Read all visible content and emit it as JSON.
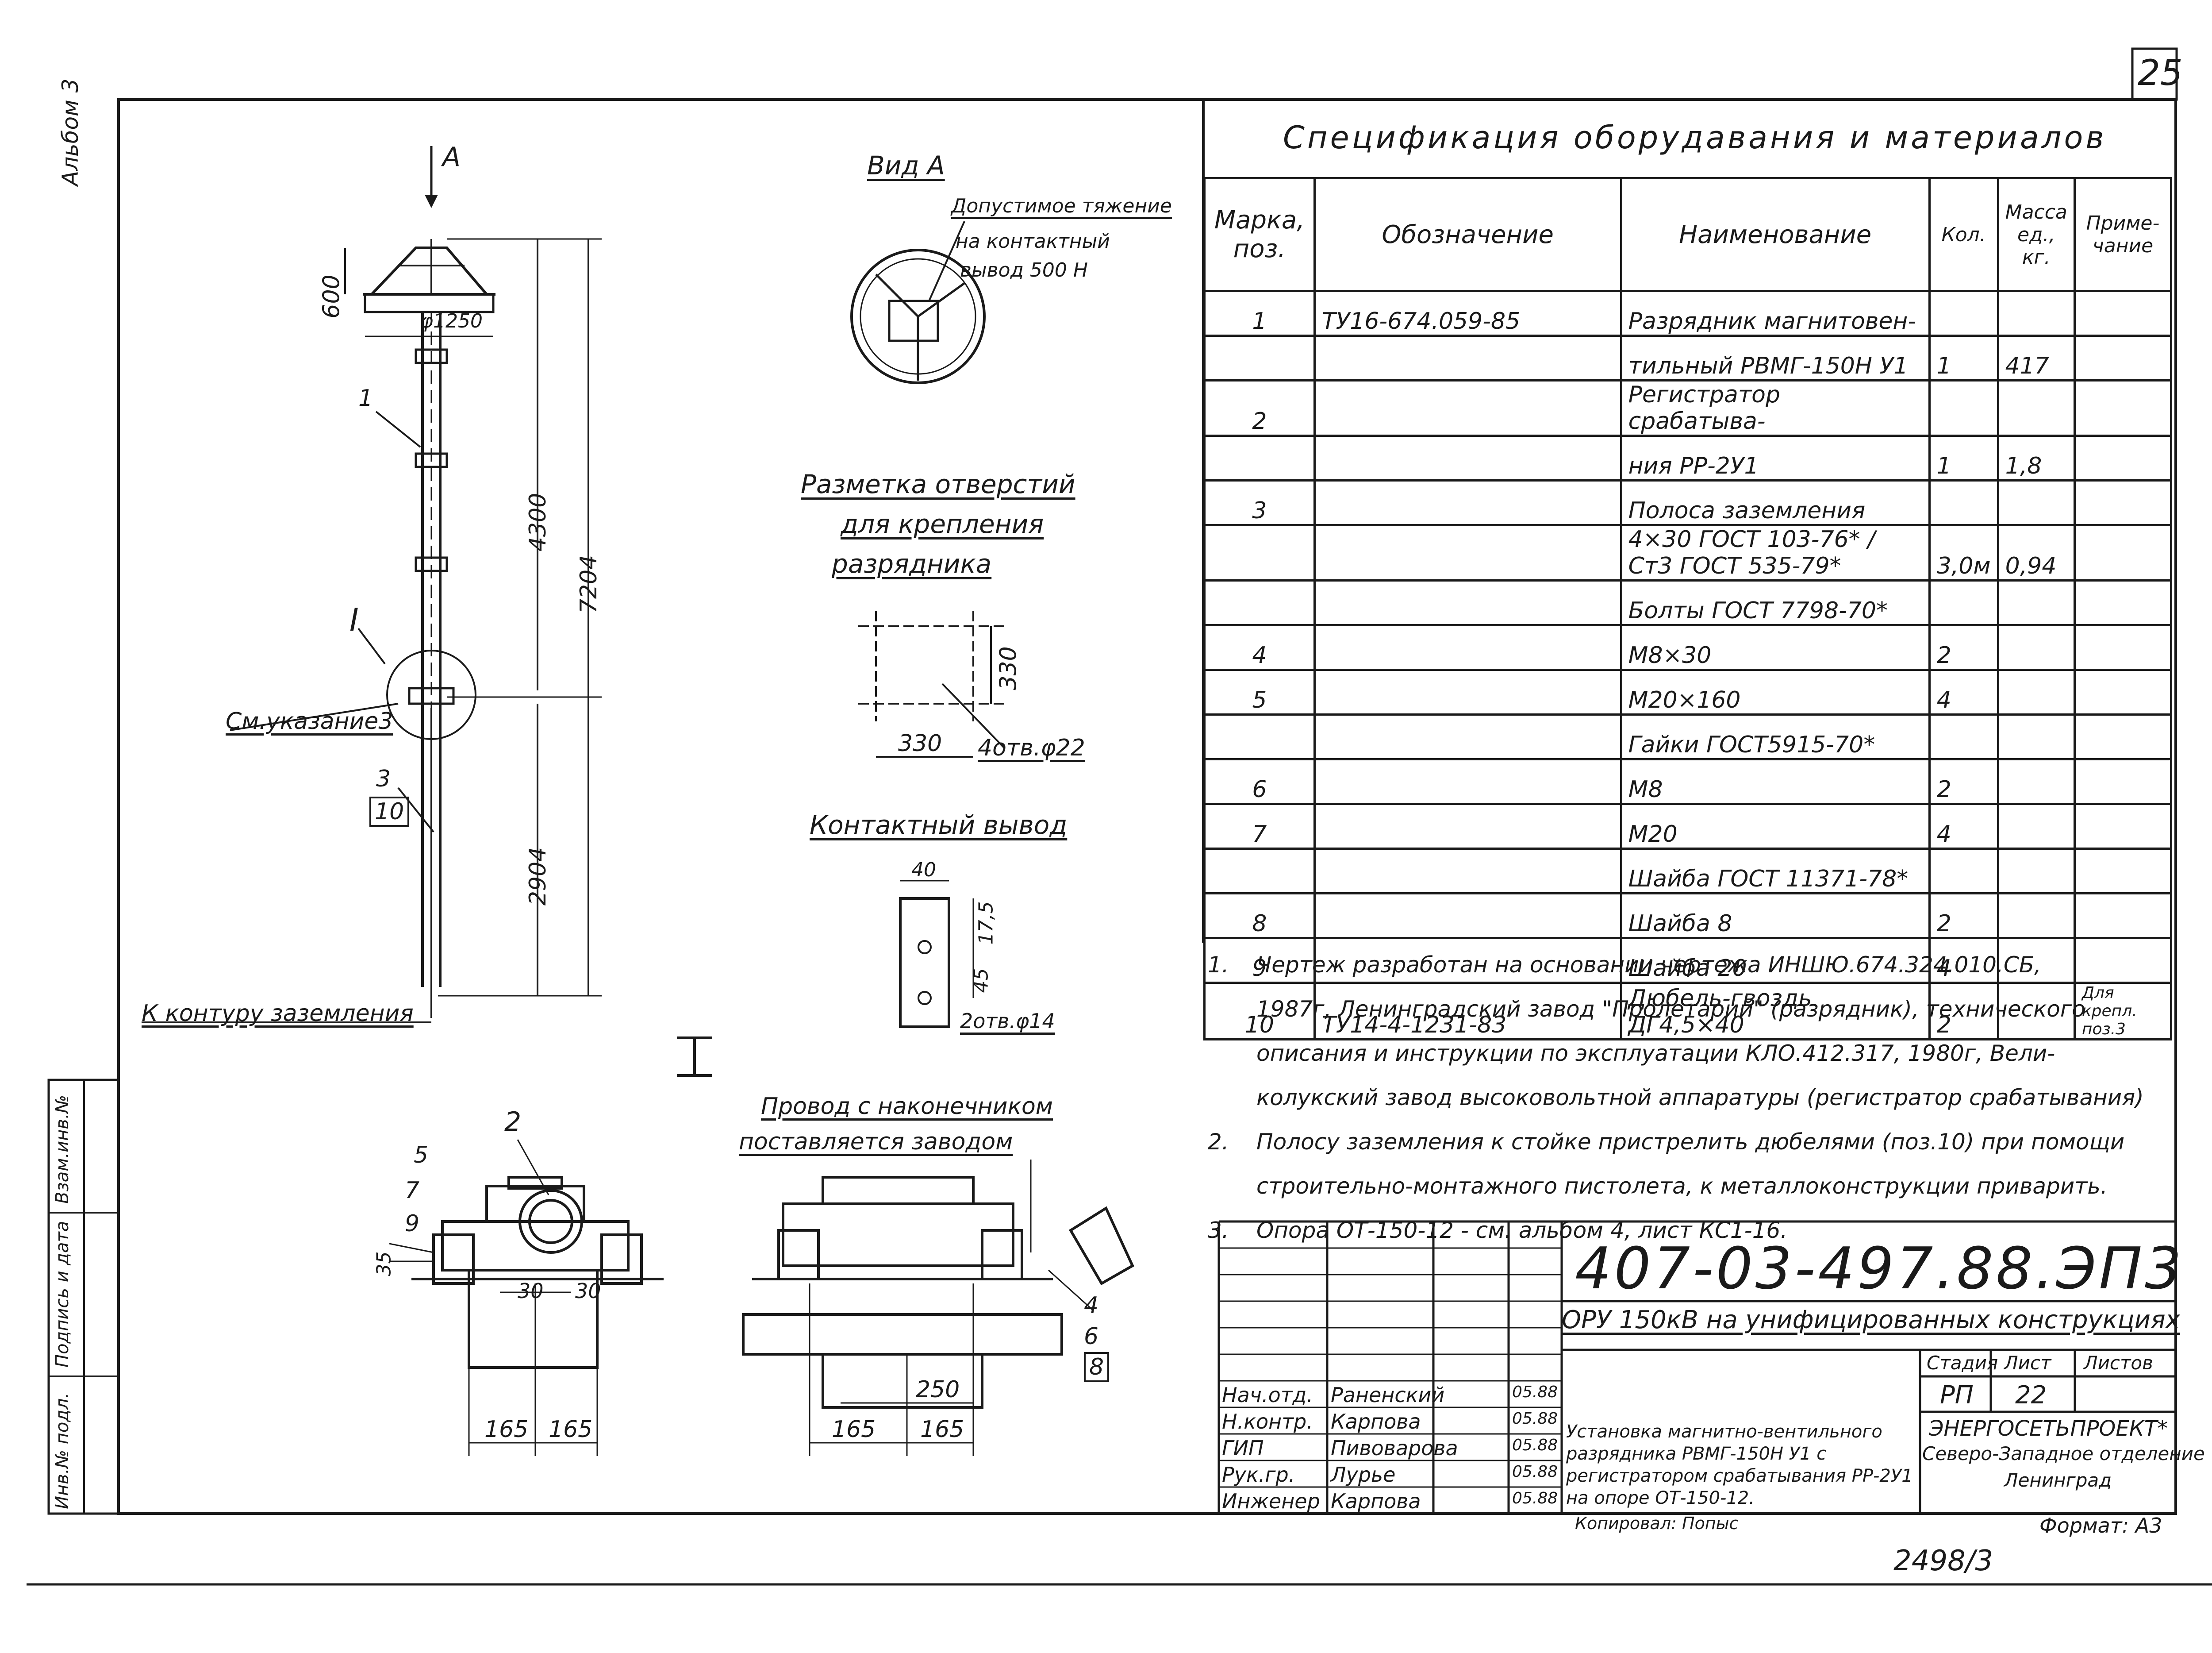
{
  "page_number": "25",
  "side_album_label": "Альбом 3",
  "spec": {
    "title": "Спецификация   оборудавания  и  материалов",
    "headers": [
      "Марка, поз.",
      "Обозначение",
      "Наименование",
      "Кол.",
      "Масса ед., кг.",
      "Приме- чание"
    ],
    "rows": [
      {
        "pos": "1",
        "code": "ТУ16-674.059-85",
        "name": "Разрядник магнитовен-",
        "qty": "",
        "mass": "",
        "note": ""
      },
      {
        "pos": "",
        "code": "",
        "name": "тильный РВМГ-150Н У1",
        "qty": "1",
        "mass": "417",
        "note": ""
      },
      {
        "pos": "2",
        "code": "",
        "name": "Регистратор срабатыва-",
        "qty": "",
        "mass": "",
        "note": ""
      },
      {
        "pos": "",
        "code": "",
        "name": "ния РР-2У1",
        "qty": "1",
        "mass": "1,8",
        "note": ""
      },
      {
        "pos": "3",
        "code": "",
        "name": "Полоса заземления",
        "qty": "",
        "mass": "",
        "note": ""
      },
      {
        "pos": "",
        "code": "",
        "name": "4×30  ГОСТ 103-76* / Ст3  ГОСТ 535-79*",
        "qty": "3,0м",
        "mass": "0,94",
        "note": ""
      },
      {
        "pos": "",
        "code": "",
        "name": "Болты  ГОСТ 7798-70*",
        "qty": "",
        "mass": "",
        "note": ""
      },
      {
        "pos": "4",
        "code": "",
        "name": "М8×30",
        "qty": "2",
        "mass": "",
        "note": ""
      },
      {
        "pos": "5",
        "code": "",
        "name": "М20×160",
        "qty": "4",
        "mass": "",
        "note": ""
      },
      {
        "pos": "",
        "code": "",
        "name": "Гайки  ГОСТ5915-70*",
        "qty": "",
        "mass": "",
        "note": ""
      },
      {
        "pos": "6",
        "code": "",
        "name": "М8",
        "qty": "2",
        "mass": "",
        "note": ""
      },
      {
        "pos": "7",
        "code": "",
        "name": "М20",
        "qty": "4",
        "mass": "",
        "note": ""
      },
      {
        "pos": "",
        "code": "",
        "name": "Шайба  ГОСТ 11371-78*",
        "qty": "",
        "mass": "",
        "note": ""
      },
      {
        "pos": "8",
        "code": "",
        "name": "Шайба 8",
        "qty": "2",
        "mass": "",
        "note": ""
      },
      {
        "pos": "9",
        "code": "",
        "name": "Шайба 20",
        "qty": "4",
        "mass": "",
        "note": ""
      },
      {
        "pos": "10",
        "code": "ТУ14-4-1231-83",
        "name": "Дюбель-гвоздь ДГ4,5×40",
        "qty": "2",
        "mass": "",
        "note": "Для крепл. поз.3"
      }
    ]
  },
  "notes": [
    {
      "n": "1.",
      "lines": [
        "Чертеж разработан на основании чертежа ИНШЮ.674.324.010.СБ,",
        "1987г, Ленинградский завод \"Пролетарий\" (разрядник), технического",
        "описания и инструкции по эксплуатации КЛО.412.317, 1980г, Вели-",
        "колукский завод высоковольтной аппаратуры (регистратор срабатывания)"
      ]
    },
    {
      "n": "2.",
      "lines": [
        "Полосу заземления к стойке пристрелить дюбелями (поз.10) при помощи",
        "строительно-монтажного пистолета, к металлоконструкции приварить."
      ]
    },
    {
      "n": "3.",
      "lines": [
        "Опора ОТ-150-12 - см. альбом 4, лист КС1-16."
      ]
    }
  ],
  "drawing": {
    "view_arrow": "А",
    "dim_600": "600",
    "dim_phi1250": "φ1250",
    "dim_4300": "4300",
    "dim_7204": "7204",
    "dim_2904": "2904",
    "callout_1": "1",
    "callout_I": "I",
    "see_note": "См.указание3",
    "callout_3": "3",
    "callout_10": "10",
    "ground_label": "К контуру заземления",
    "view_a_title": "Вид А",
    "tension_line1": "Допустимое тяжение",
    "tension_line2": "на контактный",
    "tension_line3": "вывод 500 Н",
    "holes_title1": "Разметка отверстий",
    "holes_title2": "для крепления",
    "holes_title3": "разрядника",
    "dim_330a": "330",
    "dim_330b": "330",
    "holes_note": "4отв.φ22",
    "terminal_title": "Контактный вывод",
    "dim_40": "40",
    "dim_17_5": "17,5",
    "dim_45": "45",
    "terminal_note": "2отв.φ14",
    "detail_I": "I",
    "wire_note1": "Провод с наконечником",
    "wire_note2": "поставляется заводом",
    "left_callouts": [
      "5",
      "7",
      "9"
    ],
    "callout_2": "2",
    "dim_35": "35",
    "dim_30a": "30",
    "dim_30b": "30",
    "dim_165a": "165",
    "dim_165b": "165",
    "dim_250": "250",
    "dim_165c": "165",
    "dim_165d": "165",
    "right_callouts": [
      "4",
      "6",
      "8"
    ]
  },
  "side_stamps": [
    "Инв.№ подл.",
    "Подпись и дата",
    "Взам.инв.№"
  ],
  "title_block": {
    "code": "407-03-497.88.ЭП3",
    "project": "ОРУ 150кВ на унифицированных конструкциях",
    "stage_label": "Стадия",
    "sheet_label": "Лист",
    "sheets_label": "Листов",
    "stage": "РП",
    "sheet": "22",
    "sheets": "",
    "sheet_title": "Установка магнитно-вентильного разрядника РВМГ-150Н У1 с регистратором срабатывания РР-2У1 на опоре ОТ-150-12.",
    "org1": "ЭНЕРГОСЕТЬПРОЕКТ*",
    "org2": "Северо-Западное отделение",
    "org3": "Ленинград",
    "staff": [
      {
        "role": "Нач.отд.",
        "name": "Раненский",
        "date": "05.88"
      },
      {
        "role": "Н.контр.",
        "name": "Карпова",
        "date": "05.88"
      },
      {
        "role": "ГИП",
        "name": "Пивоварова",
        "date": "05.88"
      },
      {
        "role": "Рук.гр.",
        "name": "Лурье",
        "date": "05.88"
      },
      {
        "role": "Инженер",
        "name": "Карпова",
        "date": "05.88"
      }
    ],
    "copied": "Копировал: Попыс",
    "format": "Формат: А3"
  },
  "archive_number": "2498/3"
}
